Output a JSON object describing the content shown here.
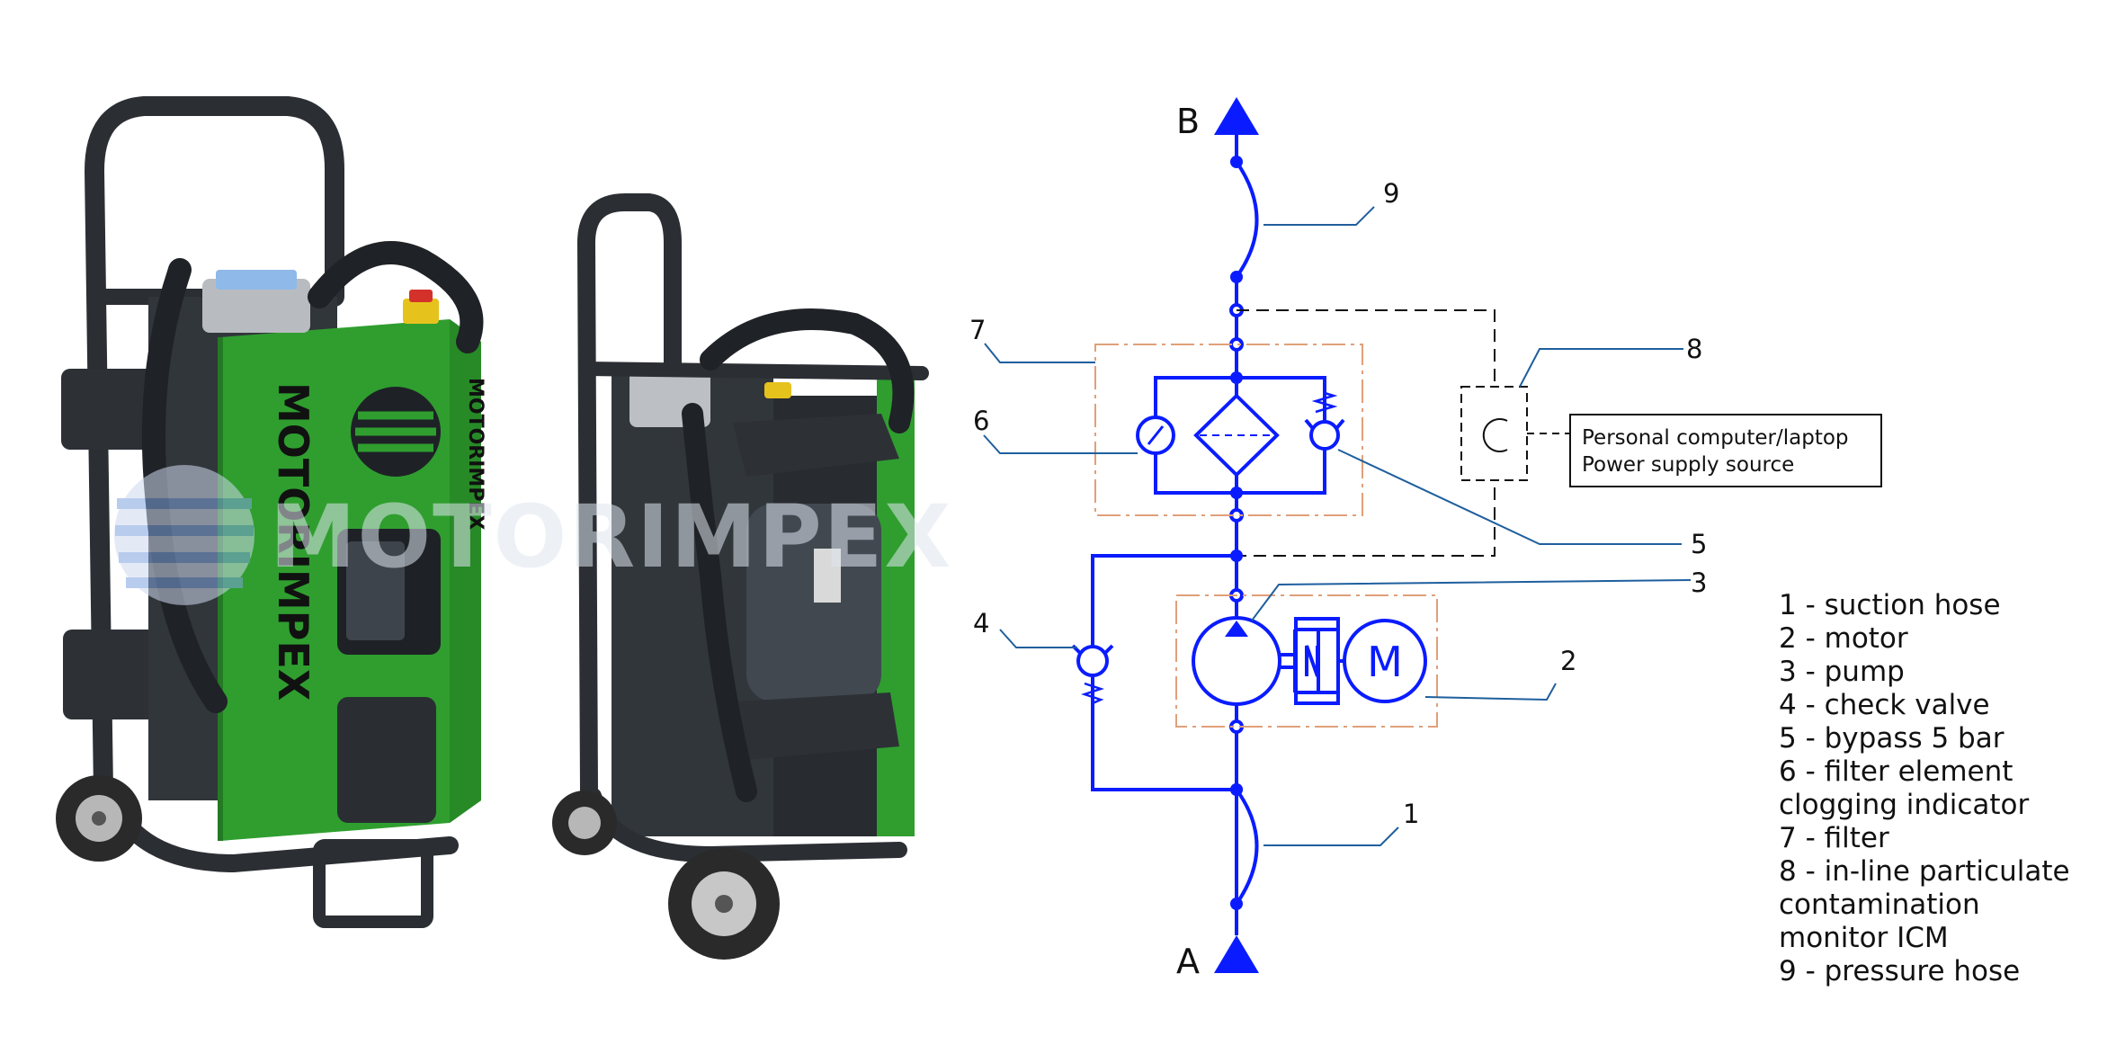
{
  "photo": {
    "watermark_text": "MOTORIMPEX",
    "unit_brand": "MOTORIMPEX",
    "accent_green": "#2f9e2f",
    "frame_color": "#2b2f33"
  },
  "diagram": {
    "line_color": "#0a1cff",
    "leader_color": "#1f5f9e",
    "boundary_color": "#e0a07a",
    "ports": {
      "top": "B",
      "bottom": "A"
    },
    "callouts": [
      "1",
      "2",
      "3",
      "4",
      "5",
      "6",
      "7",
      "8",
      "9"
    ],
    "motor_label": "M",
    "info_box": [
      "Personal computer/laptop",
      "Power supply source"
    ]
  },
  "legend": [
    "1 - suction hose",
    "2 - motor",
    "3 - pump",
    "4 - check valve",
    "5 - bypass 5 bar",
    "6 - filter element",
    "clogging indicator",
    "7 - filter",
    "8 - in-line particulate",
    "contamination",
    "monitor ICM",
    "9 - pressure hose"
  ]
}
